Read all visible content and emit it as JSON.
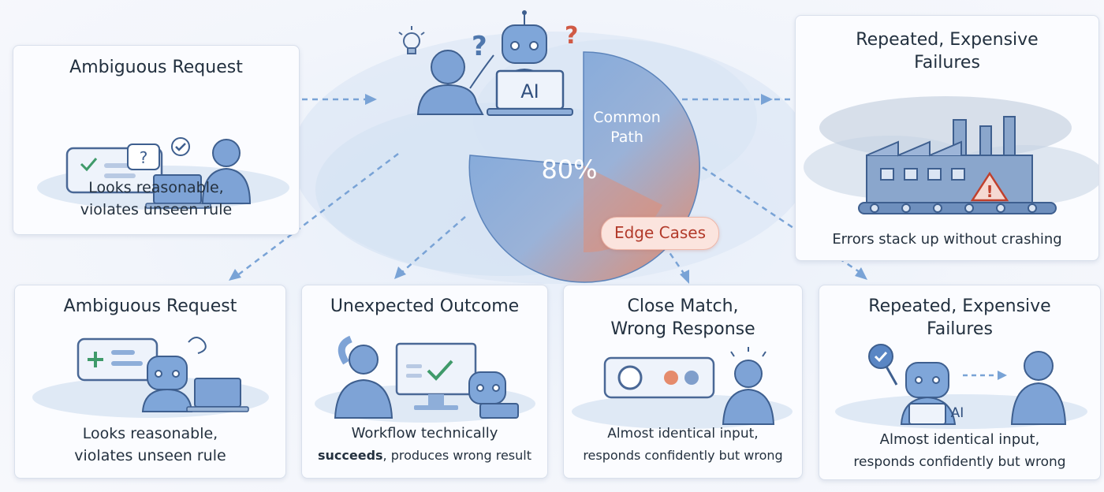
{
  "center": {
    "ai_badge": "AI",
    "common_path_line1": "Common",
    "common_path_line2": "Path",
    "percentage": "80%",
    "edge_cases": "Edge Cases",
    "common_fraction": 0.8
  },
  "cards": {
    "top_left": {
      "title": "Ambiguous Request",
      "body_line1": "Looks reasonable,",
      "body_line2": "violates unseen rule"
    },
    "top_right": {
      "title_line1": "Repeated, Expensive",
      "title_line2": "Failures",
      "body_line1": "Errors stack up without crashing"
    },
    "bottom_1": {
      "title": "Ambiguous Request",
      "body_line1": "Looks reasonable,",
      "body_line2": "violates unseen rule"
    },
    "bottom_2": {
      "title": "Unexpected Outcome",
      "body_line1": "Workflow technically",
      "body_line2_bold": "succeeds",
      "body_line2_rest": ", produces wrong result"
    },
    "bottom_3": {
      "title_line1": "Close Match,",
      "title_line2": "Wrong Response",
      "body_line1": "Almost identical input,",
      "body_line2": "responds confidently but wrong"
    },
    "bottom_4": {
      "title_line1": "Repeated, Expensive",
      "title_line2": "Failures",
      "ai_badge": "AI",
      "body_line1": "Almost identical input,",
      "body_line2": "responds confidently but wrong"
    }
  },
  "icons": {
    "lightbulb": "lightbulb-icon",
    "question": "question-mark-icon",
    "check": "checkmark-icon",
    "warning": "warning-icon",
    "robot": "robot-icon",
    "person": "person-icon",
    "laptop": "laptop-icon",
    "factory": "factory-icon"
  },
  "colors": {
    "accent_blue": "#79a3d6",
    "edge_red": "#b23a2a",
    "pie_blue": "#6f9bd3",
    "pie_orange": "#e58b6c"
  }
}
